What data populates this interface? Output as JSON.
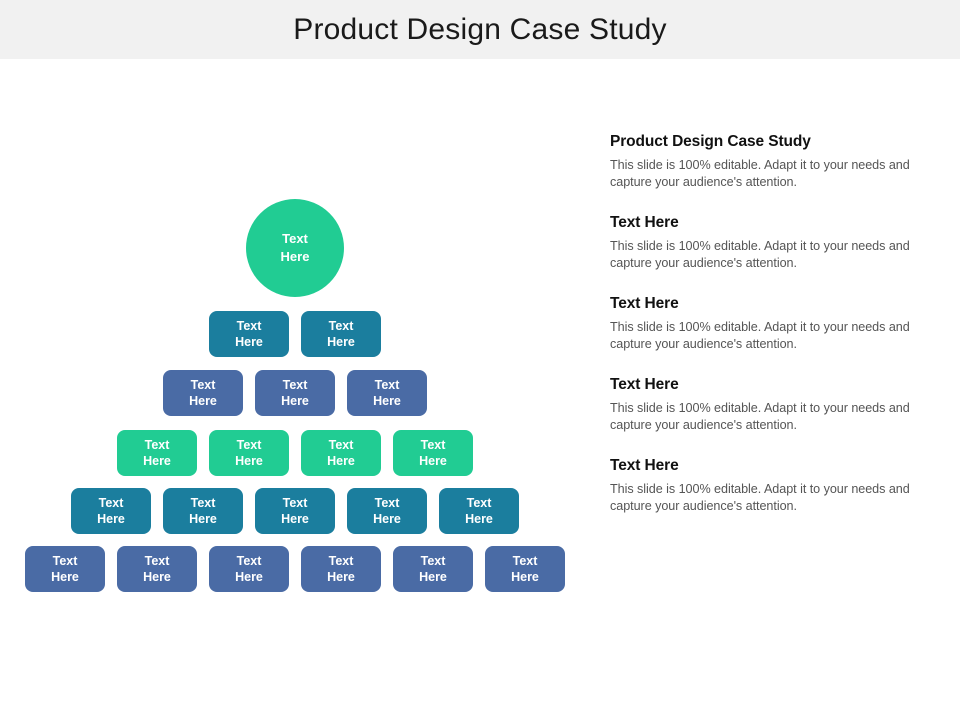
{
  "header": {
    "title": "Product Design Case Study",
    "background": "#f1f1f1"
  },
  "palette": {
    "green": "#21cc93",
    "teal_blue": "#1b7e9e",
    "slate_blue": "#4a6ba5",
    "node_text": "#ffffff",
    "heading_text": "#111111",
    "body_text": "#555555"
  },
  "diagram": {
    "type": "pyramid",
    "node_label_line1": "Text",
    "node_label_line2": "Here",
    "rows": [
      {
        "shape": "circle",
        "color": "#21cc93",
        "count": 1,
        "nodes": [
          {
            "line1": "Text",
            "line2": "Here"
          }
        ]
      },
      {
        "shape": "box",
        "color": "#1b7e9e",
        "count": 2,
        "nodes": [
          {
            "line1": "Text",
            "line2": "Here"
          },
          {
            "line1": "Text",
            "line2": "Here"
          }
        ]
      },
      {
        "shape": "box",
        "color": "#4a6ba5",
        "count": 3,
        "nodes": [
          {
            "line1": "Text",
            "line2": "Here"
          },
          {
            "line1": "Text",
            "line2": "Here"
          },
          {
            "line1": "Text",
            "line2": "Here"
          }
        ]
      },
      {
        "shape": "box",
        "color": "#21cc93",
        "count": 4,
        "nodes": [
          {
            "line1": "Text",
            "line2": "Here"
          },
          {
            "line1": "Text",
            "line2": "Here"
          },
          {
            "line1": "Text",
            "line2": "Here"
          },
          {
            "line1": "Text",
            "line2": "Here"
          }
        ]
      },
      {
        "shape": "box",
        "color": "#1b7e9e",
        "count": 5,
        "nodes": [
          {
            "line1": "Text",
            "line2": "Here"
          },
          {
            "line1": "Text",
            "line2": "Here"
          },
          {
            "line1": "Text",
            "line2": "Here"
          },
          {
            "line1": "Text",
            "line2": "Here"
          },
          {
            "line1": "Text",
            "line2": "Here"
          }
        ]
      },
      {
        "shape": "box",
        "color": "#4a6ba5",
        "count": 6,
        "nodes": [
          {
            "line1": "Text",
            "line2": "Here"
          },
          {
            "line1": "Text",
            "line2": "Here"
          },
          {
            "line1": "Text",
            "line2": "Here"
          },
          {
            "line1": "Text",
            "line2": "Here"
          },
          {
            "line1": "Text",
            "line2": "Here"
          },
          {
            "line1": "Text",
            "line2": "Here"
          }
        ]
      }
    ]
  },
  "text_blocks": [
    {
      "heading": "Product Design Case Study",
      "body": "This slide is 100% editable. Adapt it to your needs and capture your audience's attention."
    },
    {
      "heading": "Text Here",
      "body": "This slide is 100% editable. Adapt it to your needs and capture your audience's attention."
    },
    {
      "heading": "Text Here",
      "body": "This slide is 100% editable. Adapt it to your needs and capture your audience's attention."
    },
    {
      "heading": "Text Here",
      "body": "This slide is 100% editable. Adapt it to your needs and capture your audience's attention."
    },
    {
      "heading": "Text Here",
      "body": "This slide is 100% editable. Adapt it to your needs and capture your audience's attention."
    }
  ]
}
